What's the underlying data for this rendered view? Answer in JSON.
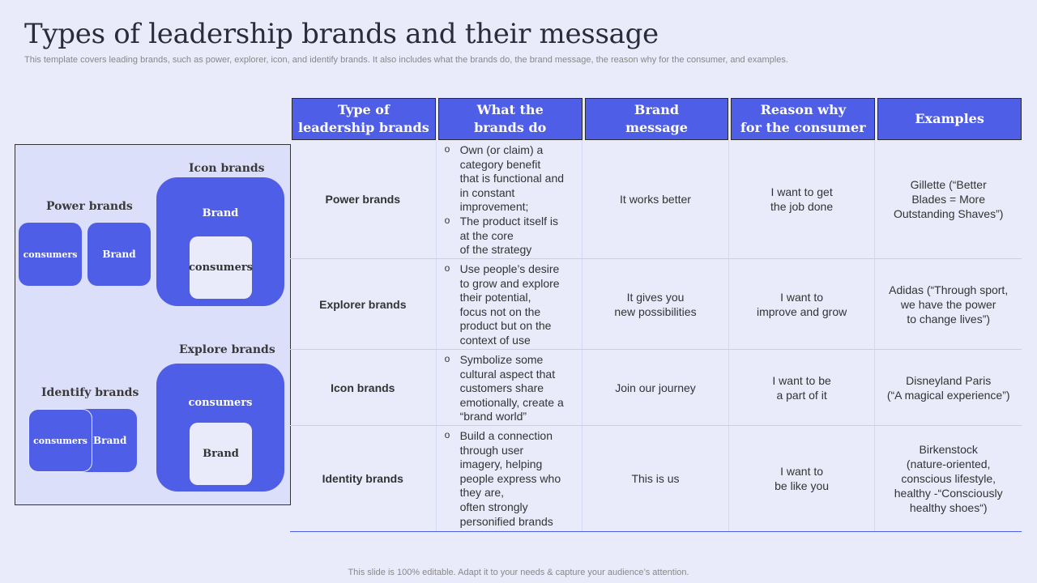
{
  "title": "Types of leadership brands and their message",
  "subtitle": "This template covers leading brands, such as power, explorer, icon, and identify brands. It also includes what the brands do, the brand message, the reason why for the consumer, and examples.",
  "footer": "This slide is 100% editable. Adapt it to your needs & capture your audience’s attention.",
  "diagram": {
    "power": {
      "label": "Power brands",
      "left": "consumers",
      "right": "Brand"
    },
    "icon": {
      "label": "Icon brands",
      "outer": "Brand",
      "inner": "consumers"
    },
    "identify": {
      "label": "Identify brands",
      "left": "consumers",
      "right": "Brand"
    },
    "explore": {
      "label": "Explore brands",
      "outer": "consumers",
      "inner": "Brand"
    }
  },
  "table": {
    "headers": [
      "Type of\nleadership brands",
      "What the\nbrands do",
      "Brand\nmessage",
      "Reason why\nfor the consumer",
      "Examples"
    ],
    "rows": [
      {
        "type": "Power brands",
        "does": [
          "Own (or claim) a\ncategory benefit\nthat is functional and\nin constant\nimprovement;",
          "The product itself is\nat the core\nof the strategy"
        ],
        "message": "It works better",
        "reason": "I want to get\nthe job done",
        "example": "Gillette (“Better\nBlades = More\nOutstanding Shaves”)"
      },
      {
        "type": "Explorer brands",
        "does": [
          "Use people’s desire\nto grow and explore\ntheir potential,\nfocus not on the\nproduct but on the\ncontext of use"
        ],
        "message": "It gives you\nnew possibilities",
        "reason": "I want to\nimprove and grow",
        "example": "Adidas (“Through sport,\nwe have the power\nto change lives”)"
      },
      {
        "type": "Icon brands",
        "does": [
          "Symbolize some\ncultural aspect that\ncustomers share\nemotionally, create a\n“brand world”"
        ],
        "message": "Join our journey",
        "reason": "I want to be\na part of it",
        "example": "Disneyland Paris\n(“A magical experience”)"
      },
      {
        "type": "Identity brands",
        "does": [
          "Build a connection\nthrough user\nimagery, helping\npeople express who\nthey are,\noften strongly\npersonified brands"
        ],
        "message": "This is us",
        "reason": "I want to\nbe like you",
        "example": "Birkenstock\n(nature-oriented,\nconscious lifestyle,\nhealthy -“Consciously\nhealthy shoes“)"
      }
    ]
  },
  "colors": {
    "accent": "#4f5ee6",
    "background": "#e9ebfb",
    "panel": "#dcdff9"
  }
}
